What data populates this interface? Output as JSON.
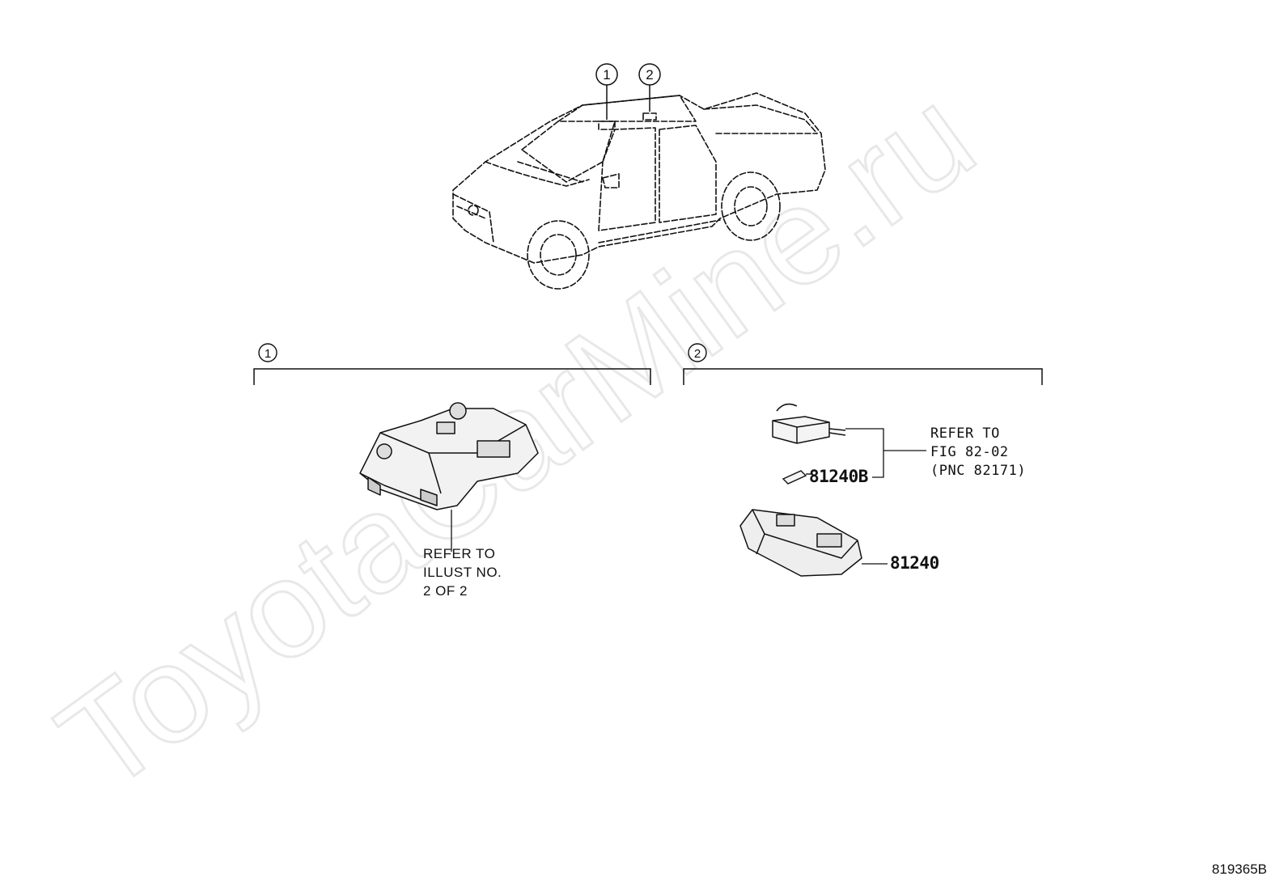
{
  "diagram": {
    "callouts": {
      "one": "1",
      "two": "2"
    },
    "group1": {
      "marker": "1",
      "refer_note": [
        "REFER TO",
        "ILLUST NO.",
        "2 OF 2"
      ]
    },
    "group2": {
      "marker": "2",
      "refer_note": [
        "REFER TO",
        "FIG 82-02",
        "(PNC 82171)"
      ],
      "parts": [
        {
          "number": "81240B"
        },
        {
          "number": "81240"
        }
      ]
    },
    "illustration_number": "819365B",
    "watermark": "ToyotaCarMine.ru"
  }
}
